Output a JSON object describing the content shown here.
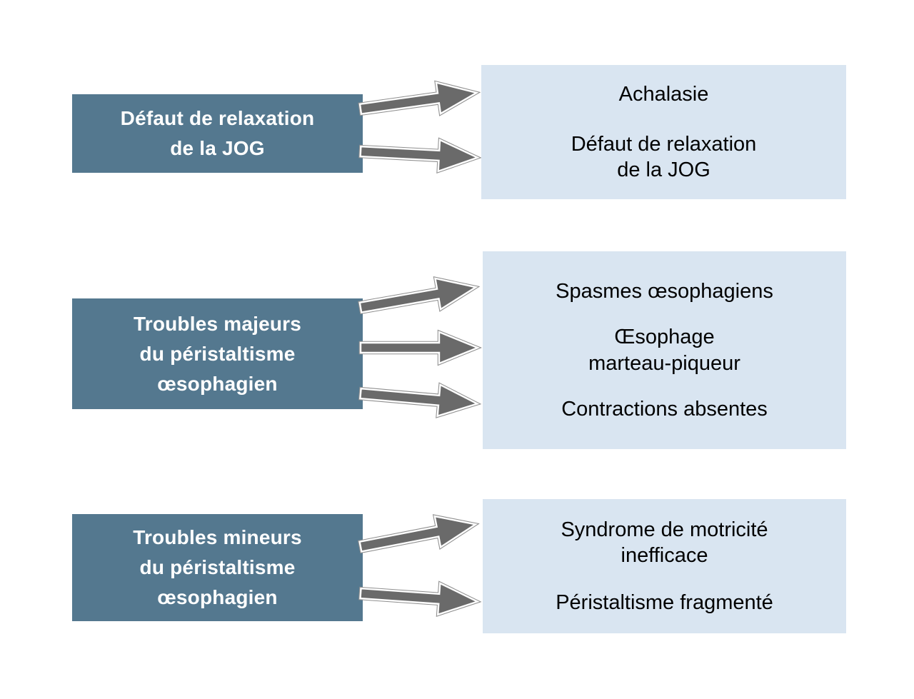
{
  "diagram": {
    "title": "",
    "rows": [
      {
        "category": "Défaut de relaxation\nde la JOG",
        "items": [
          "Achalasie",
          "Défaut de relaxation\nde la JOG"
        ]
      },
      {
        "category": "Troubles majeurs\ndu péristaltisme\nœsophagien",
        "items": [
          "Spasmes œsophagiens",
          "Œsophage\nmarteau-piqueur",
          "Contractions absentes"
        ]
      },
      {
        "category": "Troubles mineurs\ndu péristaltisme\nœsophagien",
        "items": [
          "Syndrome de motricité\ninefficace",
          "Péristaltisme fragmenté"
        ]
      }
    ],
    "colors": {
      "category_box_bg": "#54788f",
      "category_text": "#ffffff",
      "item_box_bg": "#d9e5f1",
      "item_text": "#000000",
      "arrow_fill": "#6a6a6a",
      "arrow_outline": "#8f8f8f",
      "arrow_inner_stroke": "#ffffff",
      "page_background": "#ffffff"
    }
  }
}
